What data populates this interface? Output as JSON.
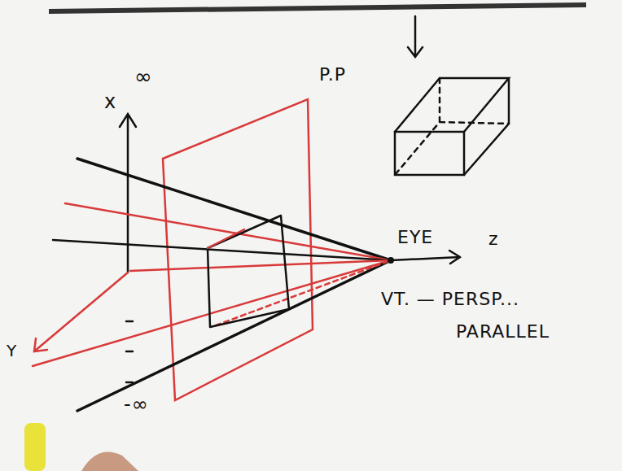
{
  "diagram": {
    "labels": [
      "∞",
      "x",
      "P.P",
      "EYE",
      "z",
      "Y",
      "-∞",
      "VT. — PERSP...",
      "PARALLEL"
    ]
  }
}
